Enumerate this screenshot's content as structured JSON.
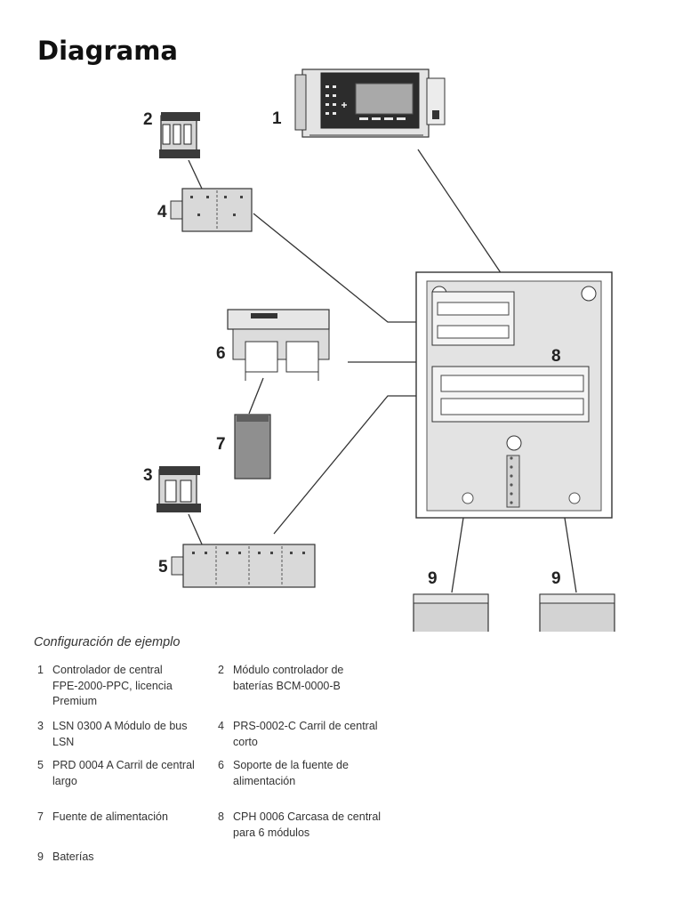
{
  "title": "Diagrama",
  "callouts": {
    "c1": "1",
    "c2": "2",
    "c3": "3",
    "c4": "4",
    "c5": "5",
    "c6": "6",
    "c7": "7",
    "c8": "8",
    "c9a": "9",
    "c9b": "9"
  },
  "caption": "Configuración de ejemplo",
  "legend": [
    {
      "num": "1",
      "lines": [
        "Controlador de central",
        "FPE-2000-PPC, licencia",
        "Premium"
      ]
    },
    {
      "num": "2",
      "lines": [
        "Módulo controlador de",
        "baterías BCM-0000-B"
      ]
    },
    {
      "num": "3",
      "lines": [
        "LSN 0300 A Módulo de bus",
        "LSN"
      ]
    },
    {
      "num": "4",
      "lines": [
        "PRS-0002-C Carril de central",
        "corto"
      ]
    },
    {
      "num": "5",
      "lines": [
        "PRD 0004 A Carril de central",
        "largo"
      ]
    },
    {
      "num": "6",
      "lines": [
        "Soporte de la fuente de",
        "alimentación"
      ]
    },
    {
      "num": "7",
      "lines": [
        "Fuente de alimentación"
      ]
    },
    {
      "num": "8",
      "lines": [
        "CPH 0006 Carcasa de central",
        "para 6 módulos"
      ]
    },
    {
      "num": "9",
      "lines": [
        "Baterías"
      ]
    }
  ]
}
